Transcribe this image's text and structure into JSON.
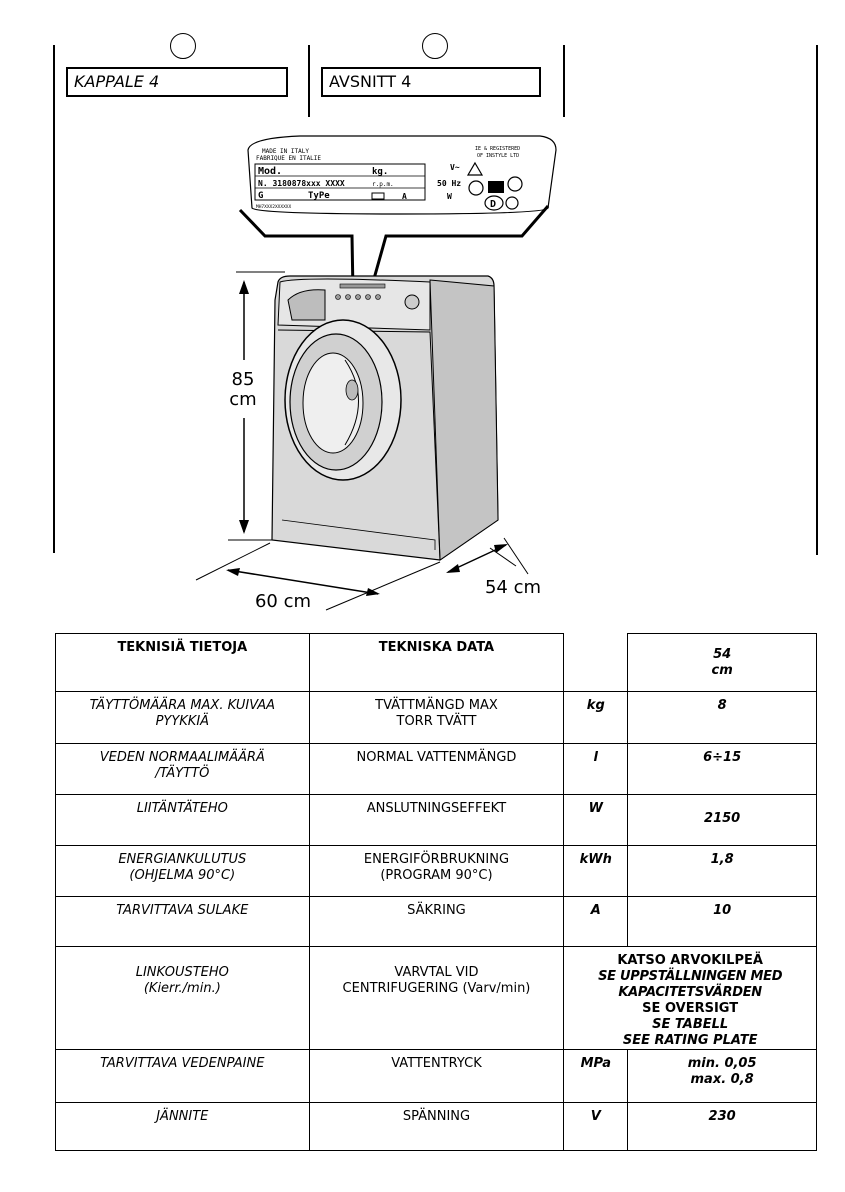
{
  "header": {
    "left_chapter": "KAPPALE 4",
    "right_chapter": "AVSNITT 4"
  },
  "rating_plate": {
    "made_in_1": "MADE IN ITALY",
    "made_in_2": "FABRIQUE EN ITALIE",
    "right_note_1": "IE & REGISTERED",
    "right_note_2": "OF INSTYLE LTD",
    "mod": "Mod.",
    "kg": "kg.",
    "volt": "V~",
    "serial": "N. 3180878xxx XXXX",
    "rpm": "r.p.m.",
    "hz": "50 Hz",
    "g": "G",
    "type": "TyPe",
    "amp": "A",
    "watt": "W",
    "code": "MH7XXX2XXXXXX",
    "d_mark": "D"
  },
  "dimensions": {
    "height_value": "85",
    "height_unit": "cm",
    "width": "60 cm",
    "depth": "54 cm"
  },
  "table": {
    "header": {
      "fi": "TEKNISIÄ TIETOJA",
      "sv": "TEKNISKA DATA",
      "unit": "",
      "value": "54\ncm"
    },
    "rows": [
      {
        "fi": "TÄYTTÖMÄÄRA MAX. KUIVAA\nPYYKKIÄ",
        "sv": "TVÄTTMÄNGD MAX\nTORR TVÄTT",
        "unit": "kg",
        "value": "8"
      },
      {
        "fi": "VEDEN NORMAALIMÄÄRÄ\n/TÄYTTÖ",
        "sv": "NORMAL VATTENMÄNGD",
        "unit": "l",
        "value": "6÷15"
      },
      {
        "fi": "LIITÄNTÄTEHO",
        "sv": "ANSLUTNINGSEFFEKT",
        "unit": "W",
        "value": "2150"
      },
      {
        "fi": "ENERGIANKULUTUS\n(OHJELMA 90°C)",
        "sv": "ENERGIFÖRBRUKNING\n(PROGRAM 90°C)",
        "unit": "kWh",
        "value": "1,8"
      },
      {
        "fi": "TARVITTAVA SULAKE",
        "sv": "SÄKRING",
        "unit": "A",
        "value": "10"
      },
      {
        "fi": "LINKOUSTEHO\n(Kierr./min.)",
        "sv": "VARVTAL VID\nCENTRIFUGERING (Varv/min)",
        "unit": "",
        "value": ""
      },
      {
        "fi": "TARVITTAVA VEDENPAINE",
        "sv": "VATTENTRYCK",
        "unit": "MPa",
        "value": "min. 0,05\nmax. 0,8"
      },
      {
        "fi": "JÄNNITE",
        "sv": "SPÄNNING",
        "unit": "V",
        "value": "230"
      }
    ],
    "rating_ref": {
      "l1": "KATSO ARVOKILPEÄ",
      "l2": "SE UPPSTÄLLNINGEN MED KAPACITETSVÄRDEN",
      "l3": "SE OVERSIGT",
      "l4": "SE TABELL",
      "l5": "SEE RATING PLATE"
    }
  }
}
